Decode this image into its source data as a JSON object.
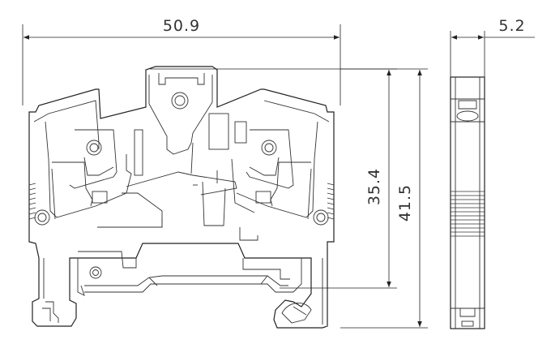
{
  "drawing": {
    "dimensions": {
      "width": "50.9",
      "depth": "5.2",
      "height_inner": "35.4",
      "height_outer": "41.5"
    }
  }
}
